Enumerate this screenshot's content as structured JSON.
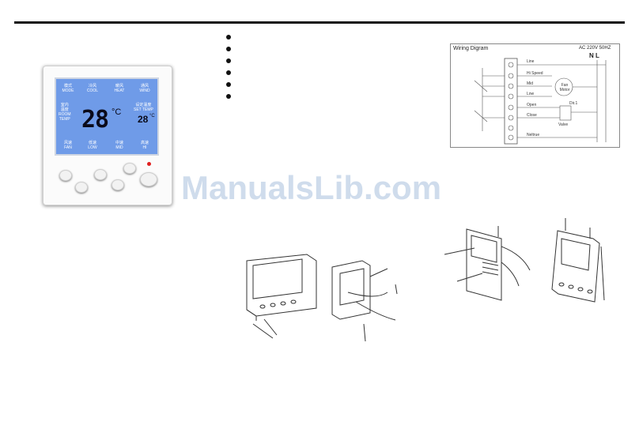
{
  "thermostat": {
    "lcd_top": [
      {
        "cn": "模式",
        "en": "MODE"
      },
      {
        "cn": "冷风",
        "en": "COOL"
      },
      {
        "cn": "暖风",
        "en": "HEAT"
      },
      {
        "cn": "通风",
        "en": "WIND"
      }
    ],
    "lcd_left": [
      {
        "cn": "室内",
        "en": ""
      },
      {
        "cn": "温度",
        "en": ""
      },
      {
        "cn": "ROOM",
        "en": ""
      },
      {
        "cn": "TEMP",
        "en": ""
      }
    ],
    "lcd_right": [
      "设定温度",
      "SET TEMP"
    ],
    "lcd_bottom": [
      {
        "cn": "风速",
        "en": "FAN"
      },
      {
        "cn": "低速",
        "en": "LOW"
      },
      {
        "cn": "中速",
        "en": "MID"
      },
      {
        "cn": "高速",
        "en": "HI"
      }
    ],
    "room_temp": "28",
    "room_unit": "°C",
    "set_temp": "28",
    "set_unit": "°C"
  },
  "wiring": {
    "title": "Wiring Digram",
    "ac": "AC  220V    50HZ",
    "nl": "N   L",
    "labels": [
      "Line",
      "Hi Speed",
      "Mid",
      "Low",
      "Open",
      "Close",
      "Neltrue"
    ],
    "fan": "Fan Motor",
    "valve": "Valve",
    "line_label": "Line",
    "side_label": "Dir.1"
  },
  "watermark": "ManualsLib.com"
}
